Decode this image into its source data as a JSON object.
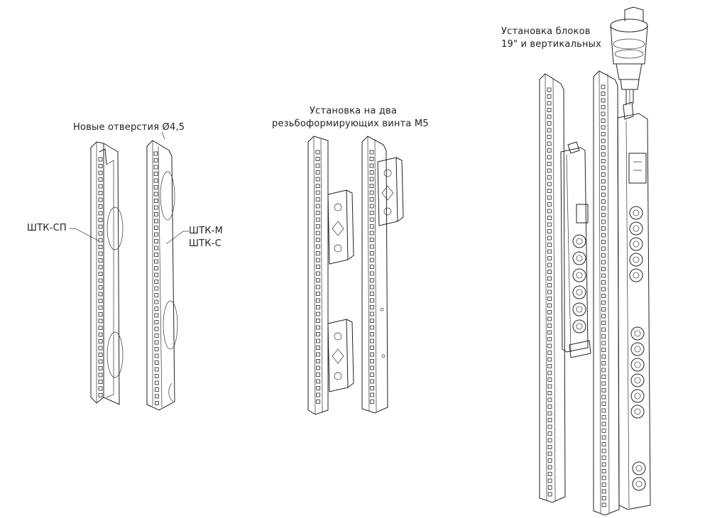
{
  "labels": {
    "new_holes": "Новые отверстия Ø4,5",
    "stk_sp": "ШТК-СП",
    "stk_m": "ШТК-М",
    "stk_s": "ШТК-С",
    "install_two_line1": "Установка на два",
    "install_two_line2": "резьбоформирующих винта М5",
    "install_blocks_line1": "Установка блоков",
    "install_blocks_line2": "19\" и вертикальных"
  },
  "colors": {
    "line": "#222222",
    "background": "#ffffff"
  }
}
